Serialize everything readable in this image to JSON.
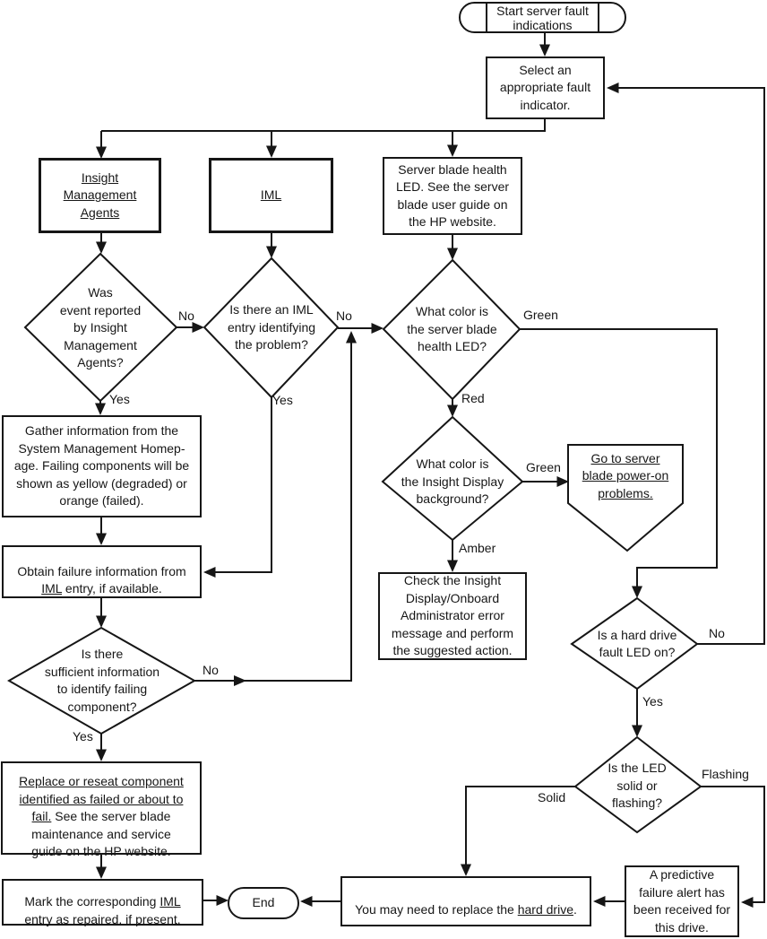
{
  "colors": {
    "line": "#161616",
    "text": "#161616",
    "background": "#ffffff"
  },
  "nodes": {
    "start": {
      "label": "Start server fault\nindications"
    },
    "select_indicator": {
      "label": "Select an\nappropriate fault\nindicator."
    },
    "insight_agents": {
      "link": "Insight\nManagement\nAgents"
    },
    "iml": {
      "link": "IML"
    },
    "health_led": {
      "label": "Server blade health\nLED. See the server\nblade user guide on\nthe HP website."
    },
    "q_event_reported": {
      "label": "Was\nevent reported\nby Insight\nManagement\nAgents?"
    },
    "q_iml_entry": {
      "label": "Is there an IML\nentry identifying\nthe problem?"
    },
    "q_health_color": {
      "label": "What color is\nthe server blade\nhealth LED?"
    },
    "gather_info": {
      "label": "Gather information from the\nSystem Management Homep-\nage. Failing components will be\nshown as yellow (degraded) or\norange (failed)."
    },
    "obtain_failure": {
      "pre": "Obtain failure information from\n",
      "link": "IML",
      "post": " entry, if available."
    },
    "q_sufficient_info": {
      "label": "Is there\nsufficient information\nto identify failing\ncomponent?"
    },
    "replace_component": {
      "link": "Replace or reseat component\nidentified as failed or about to\nfail.",
      "post": " See the server blade\nmaintenance and service\nguide on the HP website."
    },
    "mark_iml": {
      "pre": "Mark the corresponding ",
      "link": "IML",
      "post": "\nentry as repaired, if present."
    },
    "end": {
      "label": "End"
    },
    "q_display_color": {
      "label": "What color is\nthe Insight Display\nbackground?"
    },
    "goto_power_on": {
      "link": "Go to server\nblade power-on\nproblems."
    },
    "check_insight": {
      "label": "Check the Insight\nDisplay/Onboard\nAdministrator error\nmessage and perform\nthe suggested action."
    },
    "q_fault_led": {
      "label": "Is a hard drive\nfault LED on?"
    },
    "q_led_mode": {
      "label": "Is the LED\nsolid or\nflashing?"
    },
    "replace_drive": {
      "pre": "You may need to replace the ",
      "link": "hard drive",
      "post": "."
    },
    "predictive_alert": {
      "label": "A predictive\nfailure alert has\nbeen received for\nthis drive."
    }
  },
  "edge_labels": {
    "event_no": "No",
    "event_yes": "Yes",
    "iml_no": "No",
    "iml_yes": "Yes",
    "health_green": "Green",
    "health_red": "Red",
    "display_green": "Green",
    "display_amber": "Amber",
    "fault_no": "No",
    "fault_yes": "Yes",
    "sufficient_no": "No",
    "sufficient_yes": "Yes",
    "led_solid": "Solid",
    "led_flashing": "Flashing"
  }
}
